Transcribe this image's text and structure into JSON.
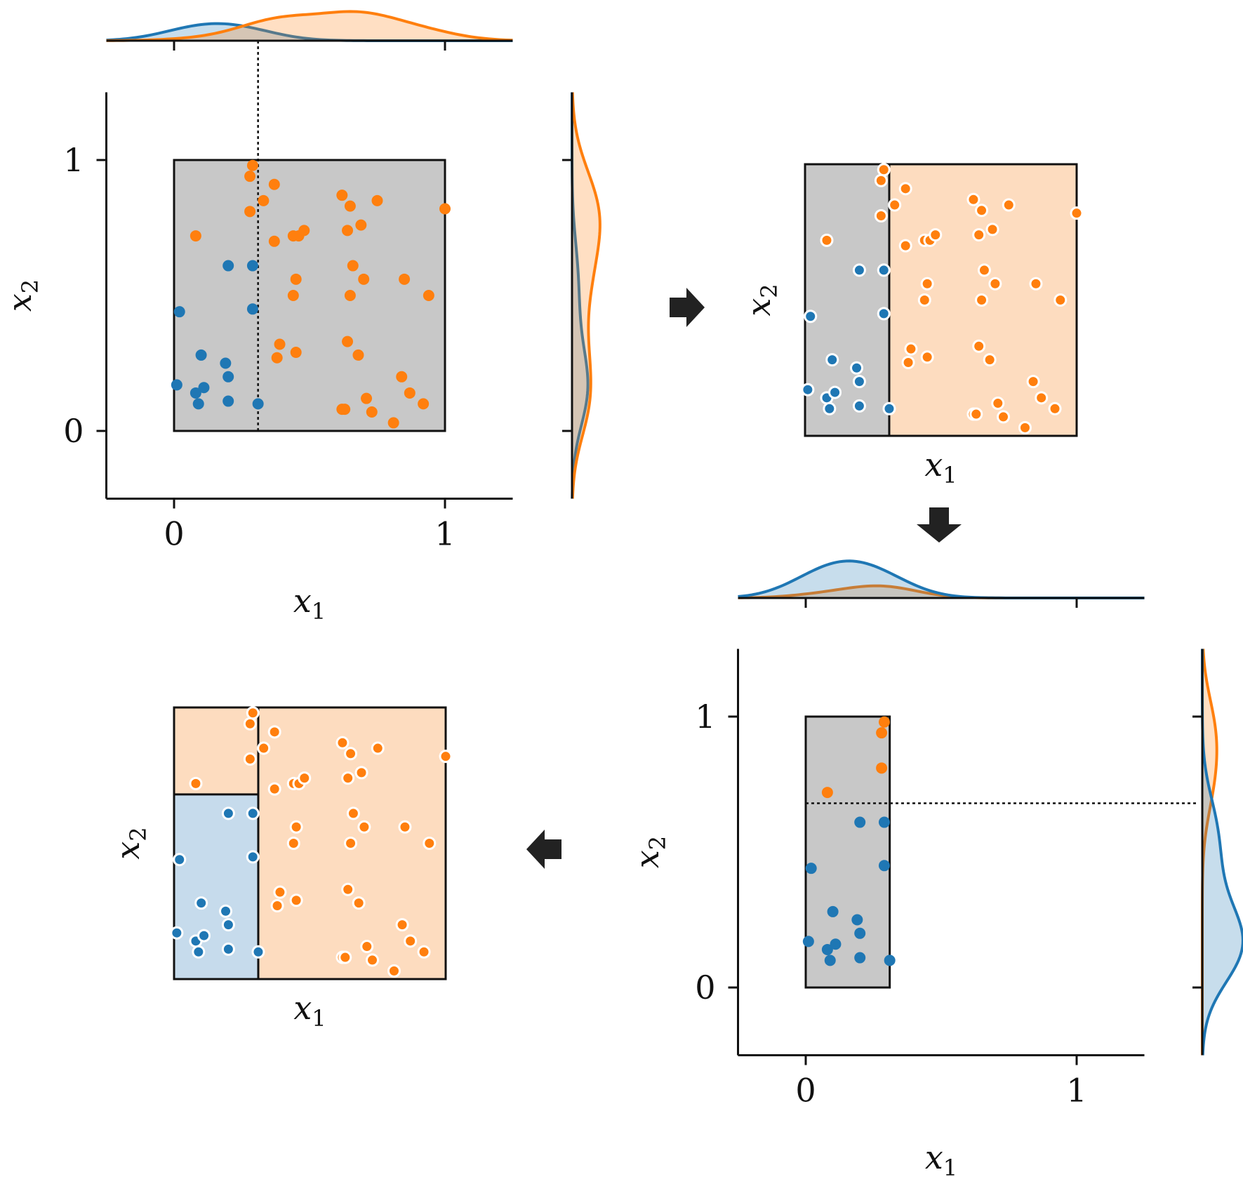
{
  "colors": {
    "class_a": "#1f77b4",
    "class_b": "#ff7f0e",
    "region_gray": "#c8c8c8",
    "region_blue": "#c6dbec",
    "region_orange": "#fddcbf",
    "arrow": "#222222"
  },
  "labels": {
    "x_axis": "x",
    "x_sub": "1",
    "y_axis": "x",
    "y_sub": "2",
    "tick_0": "0",
    "tick_1": "1"
  },
  "arrows": [
    "arrow-right",
    "arrow-down",
    "arrow-left"
  ],
  "chart_data": {
    "type": "scatter",
    "series": [
      {
        "points": [
          [
            0.01,
            0.17
          ],
          [
            0.02,
            0.44
          ],
          [
            0.08,
            0.14
          ],
          [
            0.09,
            0.1
          ],
          [
            0.1,
            0.28
          ],
          [
            0.11,
            0.16
          ],
          [
            0.19,
            0.25
          ],
          [
            0.2,
            0.2
          ],
          [
            0.2,
            0.61
          ],
          [
            0.2,
            0.11
          ],
          [
            0.29,
            0.61
          ],
          [
            0.29,
            0.45
          ],
          [
            0.31,
            0.1
          ]
        ]
      },
      {
        "points": [
          [
            0.08,
            0.72
          ],
          [
            0.28,
            0.94
          ],
          [
            0.28,
            0.81
          ],
          [
            0.29,
            0.98
          ],
          [
            0.33,
            0.85
          ],
          [
            0.37,
            0.91
          ],
          [
            0.37,
            0.7
          ],
          [
            0.38,
            0.27
          ],
          [
            0.39,
            0.32
          ],
          [
            0.44,
            0.72
          ],
          [
            0.44,
            0.5
          ],
          [
            0.45,
            0.56
          ],
          [
            0.45,
            0.29
          ],
          [
            0.46,
            0.72
          ],
          [
            0.48,
            0.74
          ],
          [
            0.62,
            0.87
          ],
          [
            0.62,
            0.08
          ],
          [
            0.63,
            0.08
          ],
          [
            0.64,
            0.74
          ],
          [
            0.64,
            0.33
          ],
          [
            0.65,
            0.83
          ],
          [
            0.65,
            0.5
          ],
          [
            0.66,
            0.61
          ],
          [
            0.68,
            0.28
          ],
          [
            0.69,
            0.76
          ],
          [
            0.7,
            0.56
          ],
          [
            0.71,
            0.12
          ],
          [
            0.73,
            0.07
          ],
          [
            0.75,
            0.85
          ],
          [
            0.81,
            0.03
          ],
          [
            0.84,
            0.2
          ],
          [
            0.85,
            0.56
          ],
          [
            0.87,
            0.14
          ],
          [
            0.92,
            0.1
          ],
          [
            0.94,
            0.5
          ],
          [
            1.0,
            0.82
          ]
        ]
      }
    ],
    "split_1": {
      "feature": "x1",
      "value": 0.31
    },
    "split_2": {
      "feature": "x2",
      "value": 0.68,
      "within": "x1 < 0.31"
    },
    "xlim": [
      -0.25,
      1.25
    ],
    "ylim": [
      -0.25,
      1.25
    ]
  }
}
